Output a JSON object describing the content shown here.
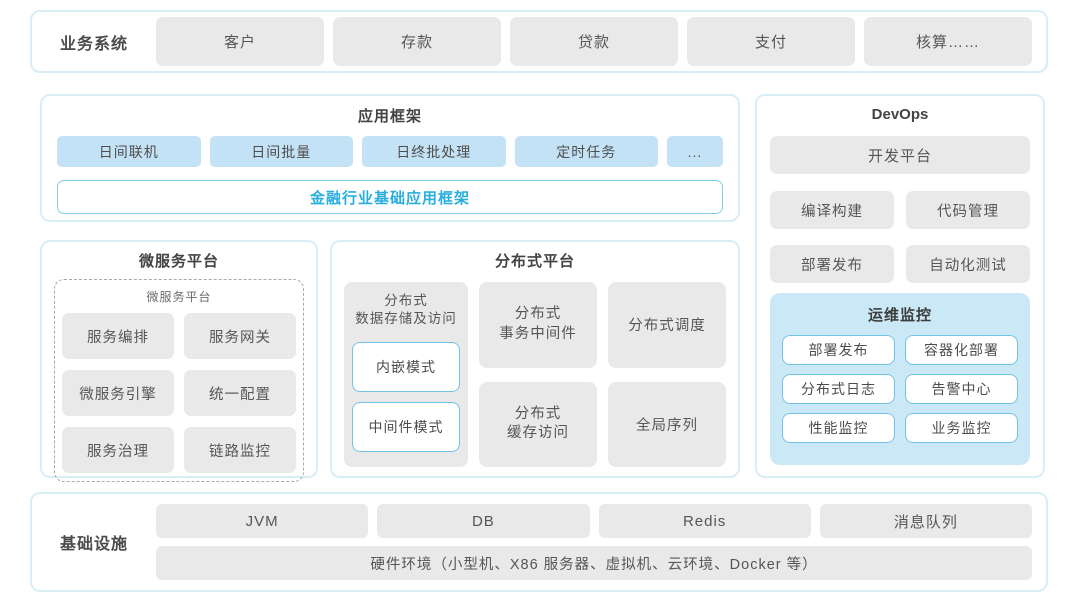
{
  "colors": {
    "panel_border": "#d9edf6",
    "box_gray": "#e9e9e9",
    "light_blue_box": "#c4e2f5",
    "monitor_bg": "#cbe8f7",
    "outline_blue": "#74c3e6",
    "accent_blue": "#29aede"
  },
  "business_layer": {
    "label": "业务系统",
    "items": [
      "客户",
      "存款",
      "贷款",
      "支付",
      "核算……"
    ]
  },
  "app_framework": {
    "title": "应用框架",
    "modules": [
      "日间联机",
      "日间批量",
      "日终批处理",
      "定时任务",
      "..."
    ],
    "base": "金融行业基础应用框架"
  },
  "devops": {
    "title": "DevOps",
    "platform": "开发平台",
    "tools": [
      "编译构建",
      "代码管理",
      "部署发布",
      "自动化测试"
    ],
    "monitor": {
      "title": "运维监控",
      "items": [
        "部署发布",
        "容器化部署",
        "分布式日志",
        "告警中心",
        "性能监控",
        "业务监控"
      ]
    }
  },
  "microservice": {
    "title": "微服务平台",
    "inner_title": "微服务平台",
    "items": [
      "服务编排",
      "服务网关",
      "微服务引擎",
      "统一配置",
      "服务治理",
      "链路监控"
    ]
  },
  "distributed": {
    "title": "分布式平台",
    "storage_title": "分布式\n数据存储及访问",
    "modes": [
      "内嵌模式",
      "中间件模式"
    ],
    "cells": [
      "分布式\n事务中间件",
      "分布式调度",
      "分布式\n缓存访问",
      "全局序列"
    ]
  },
  "infrastructure": {
    "label": "基础设施",
    "items": [
      "JVM",
      "DB",
      "Redis",
      "消息队列"
    ],
    "hardware": "硬件环境（小型机、X86 服务器、虚拟机、云环境、Docker 等）"
  }
}
